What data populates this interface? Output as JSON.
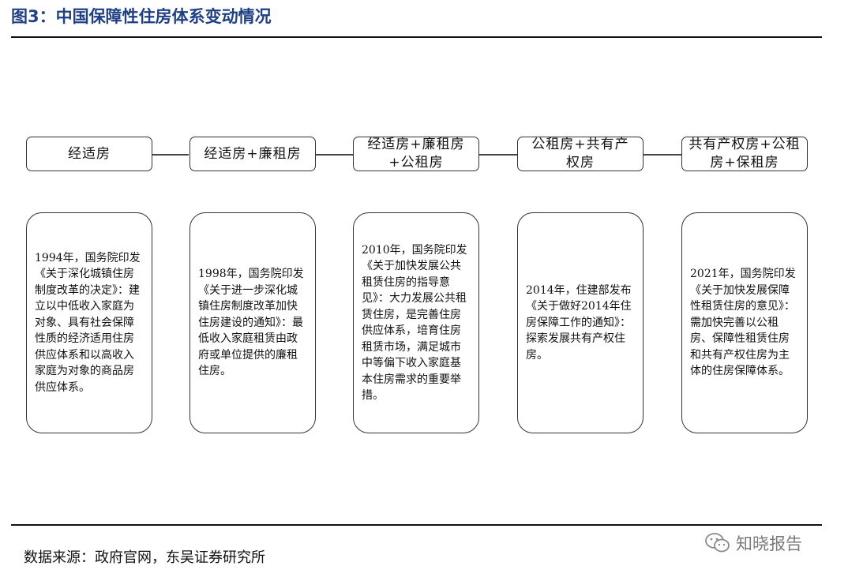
{
  "title": "图3：中国保障性住房体系变动情况",
  "stages": [
    {
      "label": "经适房",
      "policy": "1994年，国务院印发《关于深化城镇住房制度改革的决定》：建立以中低收入家庭为对象、具有社会保障性质的经济适用住房供应体系和以高收入家庭为对象的商品房供应体系。"
    },
    {
      "label": "经适房+廉租房",
      "policy": "1998年，国务院印发《关于进一步深化城镇住房制度改革加快住房建设的通知》：最低收入家庭租赁由政府或单位提供的廉租住房。"
    },
    {
      "label": "经适房+廉租房+公租房",
      "policy": "2010年，国务院印发《关于加快发展公共租赁住房的指导意见》：大力发展公共租赁住房，是完善住房供应体系，培育住房租赁市场，满足城市中等偏下收入家庭基本住房需求的重要举措。"
    },
    {
      "label": "公租房+共有产权房",
      "policy": "2014年，住建部发布《关于做好2014年住房保障工作的通知》：探索发展共有产权住房。"
    },
    {
      "label": "共有产权房+公租房+保租房",
      "policy": "2021年，国务院印发《关于加快发展保障性租赁住房的意见》：需加快完善以公租房、保障性租赁住房和共有产权住房为主体的住房保障体系。"
    }
  ],
  "source": "数据来源：政府官网，东吴证券研究所",
  "brand": "知晓报告"
}
